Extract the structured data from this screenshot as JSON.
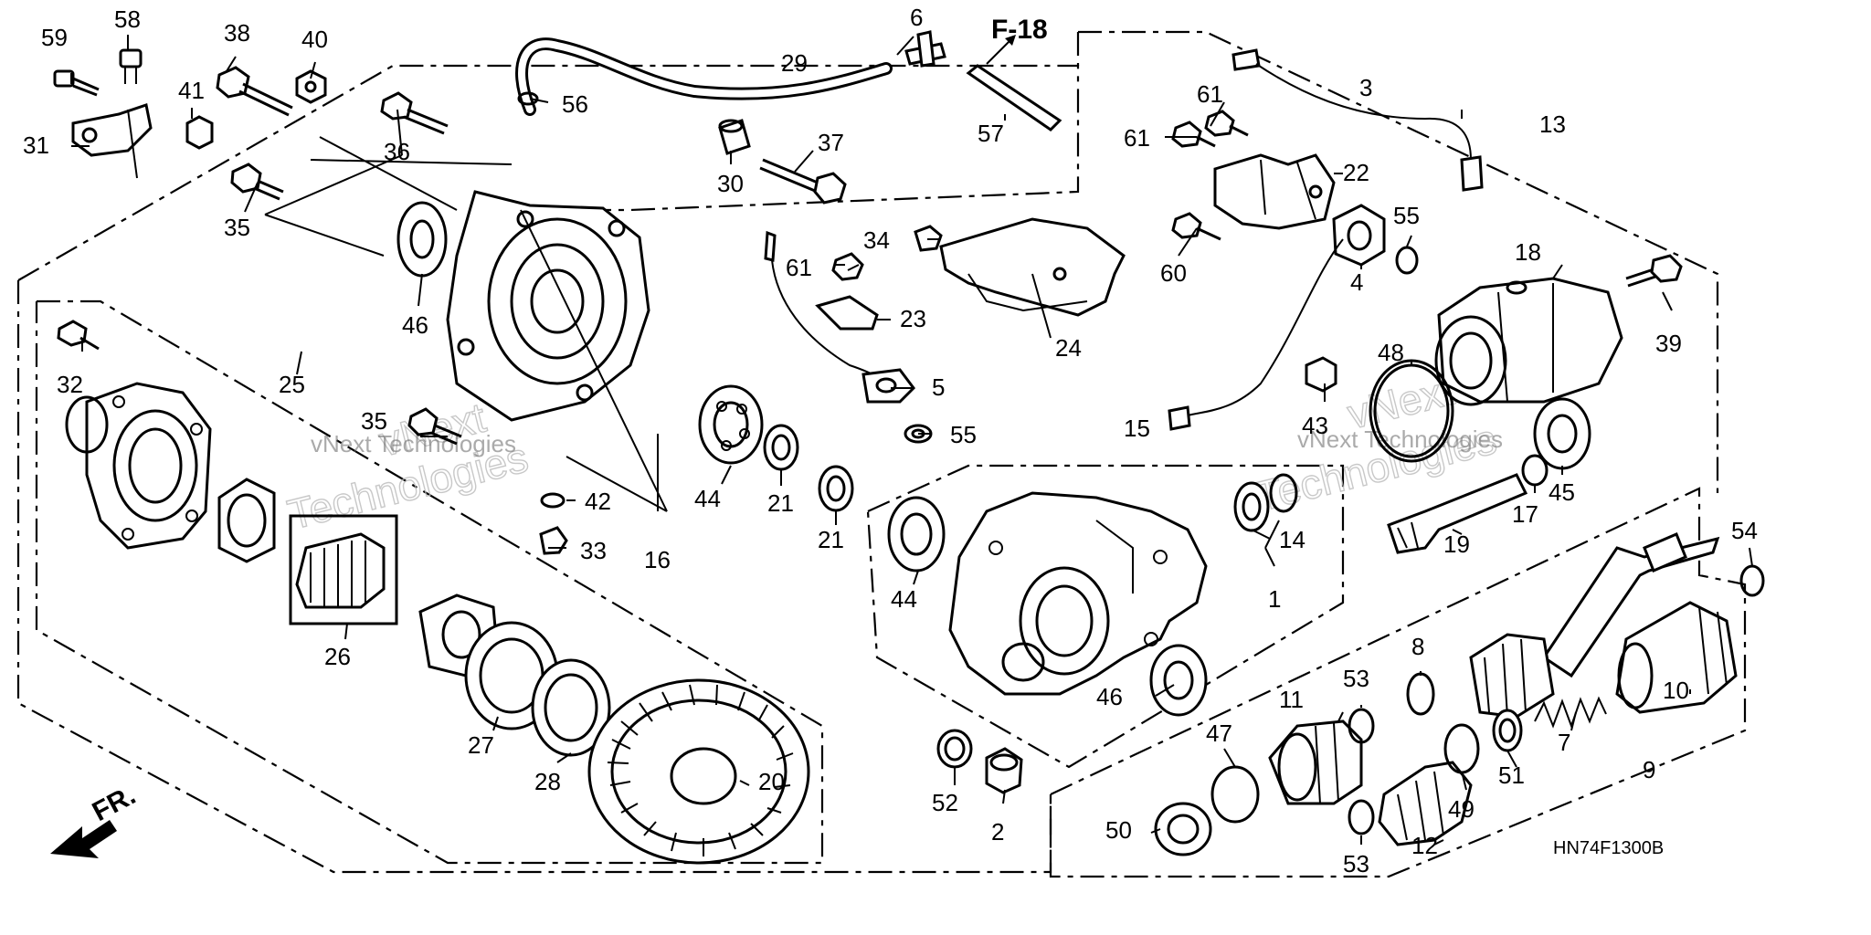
{
  "diagram": {
    "ref_code": "HN74F1300B",
    "cross_ref": "F-18",
    "front_label": "FR.",
    "watermark_line": "vNext Technologies",
    "watermark_big_1": "vNext",
    "watermark_big_2": "Technologies"
  },
  "callouts": {
    "c1": "1",
    "c2": "2",
    "c3": "3",
    "c4": "4",
    "c5": "5",
    "c6": "6",
    "c7": "7",
    "c8": "8",
    "c9": "9",
    "c10": "10",
    "c11": "11",
    "c12": "12",
    "c13": "13",
    "c14": "14",
    "c15": "15",
    "c16": "16",
    "c17": "17",
    "c18": "18",
    "c19": "19",
    "c20": "20",
    "c21": "21",
    "c22": "22",
    "c23": "23",
    "c24": "24",
    "c25": "25",
    "c26": "26",
    "c27": "27",
    "c28": "28",
    "c29": "29",
    "c30": "30",
    "c31": "31",
    "c32": "32",
    "c33": "33",
    "c34": "34",
    "c35": "35",
    "c36": "36",
    "c37": "37",
    "c38": "38",
    "c39": "39",
    "c40": "40",
    "c41": "41",
    "c42": "42",
    "c43": "43",
    "c44": "44",
    "c45": "45",
    "c46": "46",
    "c47": "47",
    "c48": "48",
    "c49": "49",
    "c50": "50",
    "c51": "51",
    "c52": "52",
    "c53": "53",
    "c54": "54",
    "c55": "55",
    "c56": "56",
    "c57": "57",
    "c58": "58",
    "c59": "59",
    "c60": "60",
    "c61": "61"
  }
}
